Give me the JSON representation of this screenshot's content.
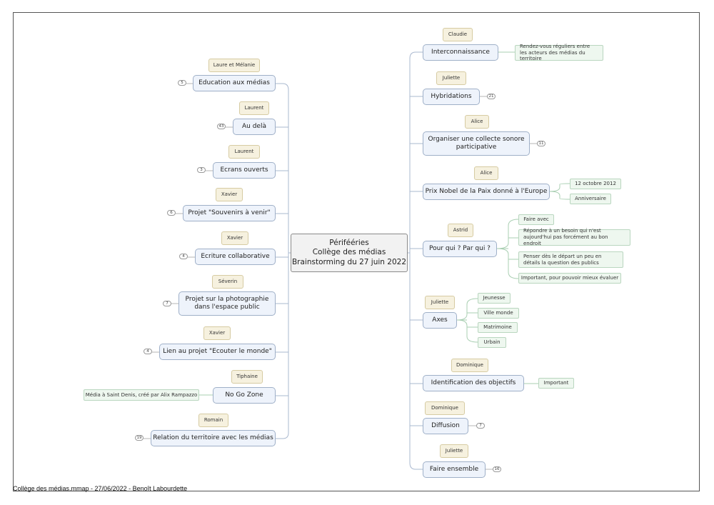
{
  "central": {
    "line1": "Périfééries",
    "line2": "Collège des médias",
    "line3": "Brainstorming du 27 juin 2022"
  },
  "left_topics": [
    {
      "label": "Education aux médias",
      "person": "Laure et Mélanie",
      "count": "5"
    },
    {
      "label": "Au delà",
      "person": "Laurent",
      "count": "43"
    },
    {
      "label": "Ecrans ouverts",
      "person": "Laurent",
      "count": "3"
    },
    {
      "label": "Projet \"Souvenirs à venir\"",
      "person": "Xavier",
      "count": "6"
    },
    {
      "label": "Ecriture collaborative",
      "person": "Xavier",
      "count": "4"
    },
    {
      "label": "Projet sur la photographie dans l'espace public",
      "person": "Séverin",
      "count": "7"
    },
    {
      "label": "Lien au projet \"Ecouter le monde\"",
      "person": "Xavier",
      "count": "4"
    },
    {
      "label": "No Go Zone",
      "person": "Tiphaine",
      "note": "Média à Saint Denis, créé par Alix Rampazzo"
    },
    {
      "label": "Relation du territoire avec les médias",
      "person": "Romain",
      "count": "19"
    }
  ],
  "right_topics": [
    {
      "label": "Interconnaissance",
      "person": "Claudie",
      "notes": [
        "Rendez-vous réguliers entre les acteurs des médias du territoire"
      ]
    },
    {
      "label": "Hybridations",
      "person": "Juliette",
      "count": "21"
    },
    {
      "label": "Organiser une collecte sonore participative",
      "person": "Alice",
      "count": "11"
    },
    {
      "label": "Prix Nobel de la Paix donné à l'Europe",
      "person": "Alice",
      "notes": [
        "12 octobre 2012",
        "Anniversaire"
      ]
    },
    {
      "label": "Pour qui ? Par qui ?",
      "person": "Astrid",
      "notes": [
        "Faire avec",
        "Répondre à un besoin qui n'est aujourd'hui pas forcément au bon endroit",
        "Penser dès le départ un peu en détails la question des publics",
        "Important, pour pouvoir mieux évaluer"
      ]
    },
    {
      "label": "Axes",
      "person": "Juliette",
      "notes": [
        "Jeunesse",
        "Ville monde",
        "Matrimoine",
        "Urbain"
      ]
    },
    {
      "label": "Identification des objectifs",
      "person": "Dominique",
      "notes": [
        "Important"
      ]
    },
    {
      "label": "Diffusion",
      "person": "Dominique",
      "count": "7"
    },
    {
      "label": "Faire ensemble",
      "person": "Juliette",
      "count": "16"
    }
  ],
  "footer": "Collège des médias.mmap - 27/06/2022 - Benoît Labourdette"
}
